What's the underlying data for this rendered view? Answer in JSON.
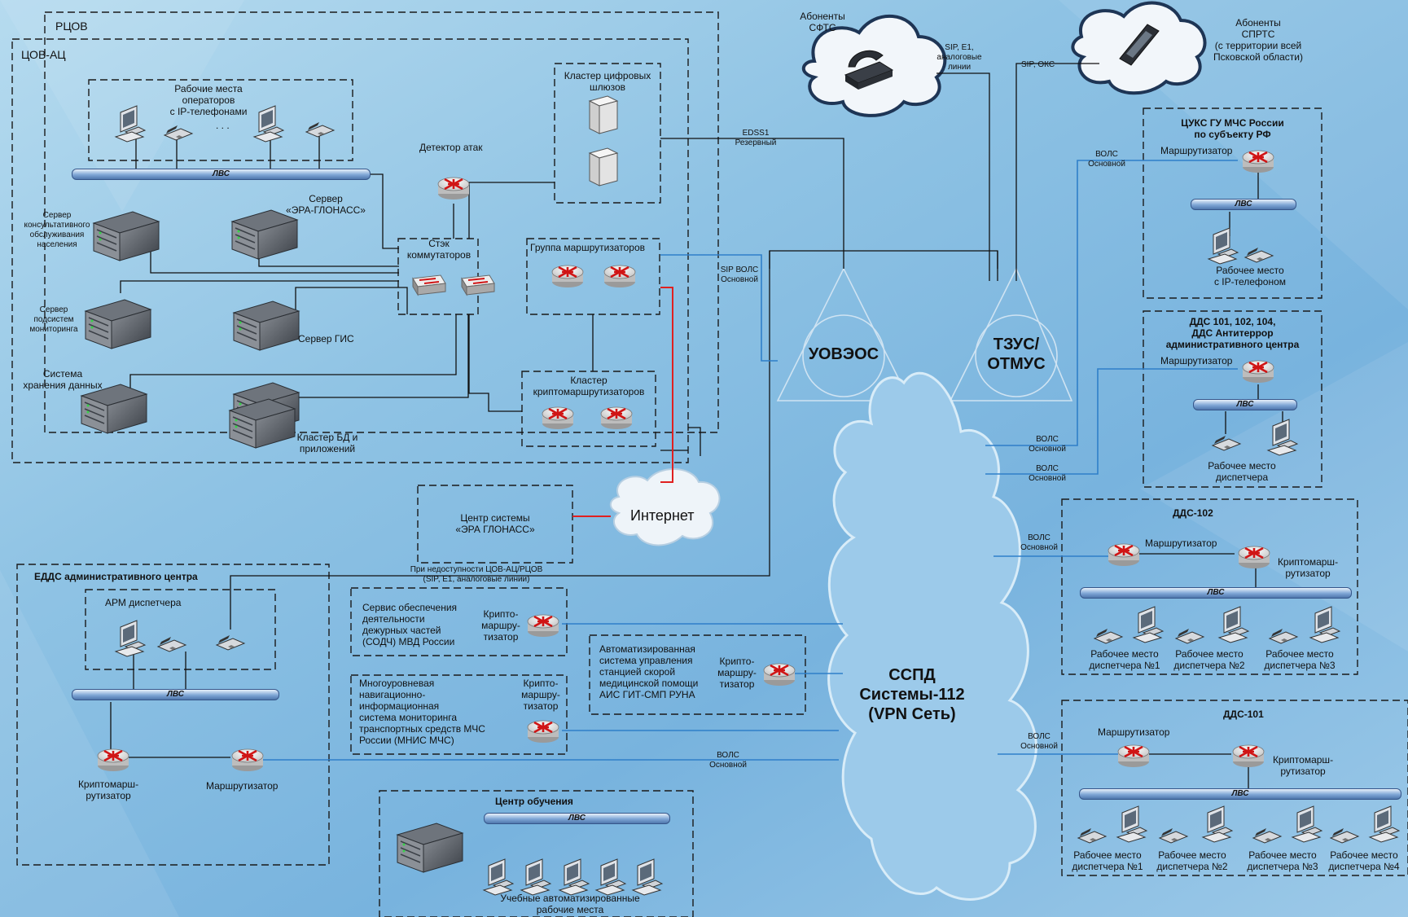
{
  "zones": {
    "rcov": "РЦОВ",
    "cov_ac": "ЦОВ-АЦ",
    "edds": "ЕДДС административного центра"
  },
  "lvs_label": "ЛВС",
  "cov": {
    "operators": "Рабочие места\nоператоров\nс IP-телефонами",
    "dots": ". . .",
    "server_consult": "Сервер\nконсультативного\nобслуживания\nнаселения",
    "server_era": "Сервер\n«ЭРА-ГЛОНАСС»",
    "server_monitor": "Сервер\nподсистем\nмониторинга",
    "server_gis": "Сервер ГИС",
    "storage": "Система\nхранения данных",
    "cluster_db": "Кластер БД и\nприложений",
    "attack_detector": "Детектор атак",
    "switch_stack": "Стэк\nкоммутаторов",
    "gateway_cluster": "Кластер цифровых\nшлюзов",
    "router_group": "Группа маршрутизаторов",
    "crypto_cluster": "Кластер\nкриптомаршрутизаторов"
  },
  "links": {
    "edss1": "EDSS1\nРезервный",
    "sip_vols": "SIP ВОЛС\nОсновной",
    "sip_e1": "SIP, E1,\nаналоговые\nлинии",
    "sip_oks": "SIP, ОКС",
    "vols_main": "ВОЛС\nОсновной",
    "fallback": "При недоступности ЦОВ-АЦ/РЦОВ\n(SIP, E1, аналоговые линии)"
  },
  "subscribers": {
    "sftc": "Абоненты\nСФТС",
    "sprtc": "Абоненты\nСПРТС\n(с территории всей\nПсковской области)"
  },
  "center": {
    "uoveos": "УОВЭОС",
    "tzus": "ТЗУС/\nОТМУС",
    "sspd": "ССПД\nСистемы-112\n(VPN Сеть)",
    "internet": "Интернет",
    "era_center": "Центр системы\n«ЭРА ГЛОНАСС»"
  },
  "edds": {
    "arm": "АРМ диспетчера",
    "crypto": "Криптомарш-\nрутизатор",
    "router": "Маршрутизатор"
  },
  "services": {
    "sodch": "Сервис обеспечения\nдеятельности\nдежурных частей\n(СОДЧ) МВД России",
    "mnis": "Многоуровневая\nнавигационно-\nинформационная\nсистема мониторинга\nтранспортных средств МЧС\nРоссии (МНИС МЧС)",
    "ais": "Автоматизированная\nсистема управления\nстанцией скорой\nмедицинской помощи\nАИС ГИТ-СМП РУНА",
    "crypto3": "Крипто-\nмаршру-\nтизатор",
    "training": "Центр обучения",
    "training_ws": "Учебные автоматизированные\nрабочие места"
  },
  "right": {
    "cuks_title": "ЦУКС ГУ МЧС России\nпо субъекту РФ",
    "router": "Маршрутизатор",
    "ws_phone": "Рабочее место\nс IP-телефоном",
    "dds_title": "ДДС 101, 102, 104,\nДДС Антитеррор\nадминистративного центра",
    "ws_disp": "Рабочее место\nдиспетчера",
    "dds102": "ДДС-102",
    "dds101": "ДДС-101",
    "crypto": "Криптомарш-\nрутизатор",
    "d1": "Рабочее место\nдиспетчера №1",
    "d2": "Рабочее место\nдиспетчера №2",
    "d3": "Рабочее место\nдиспетчера №3",
    "d4": "Рабочее место\nдиспетчера №4"
  },
  "colors": {
    "background": "#8fc3e4",
    "fiber": "#2f7fc9",
    "internet": "#e02020",
    "wire": "#111111"
  }
}
